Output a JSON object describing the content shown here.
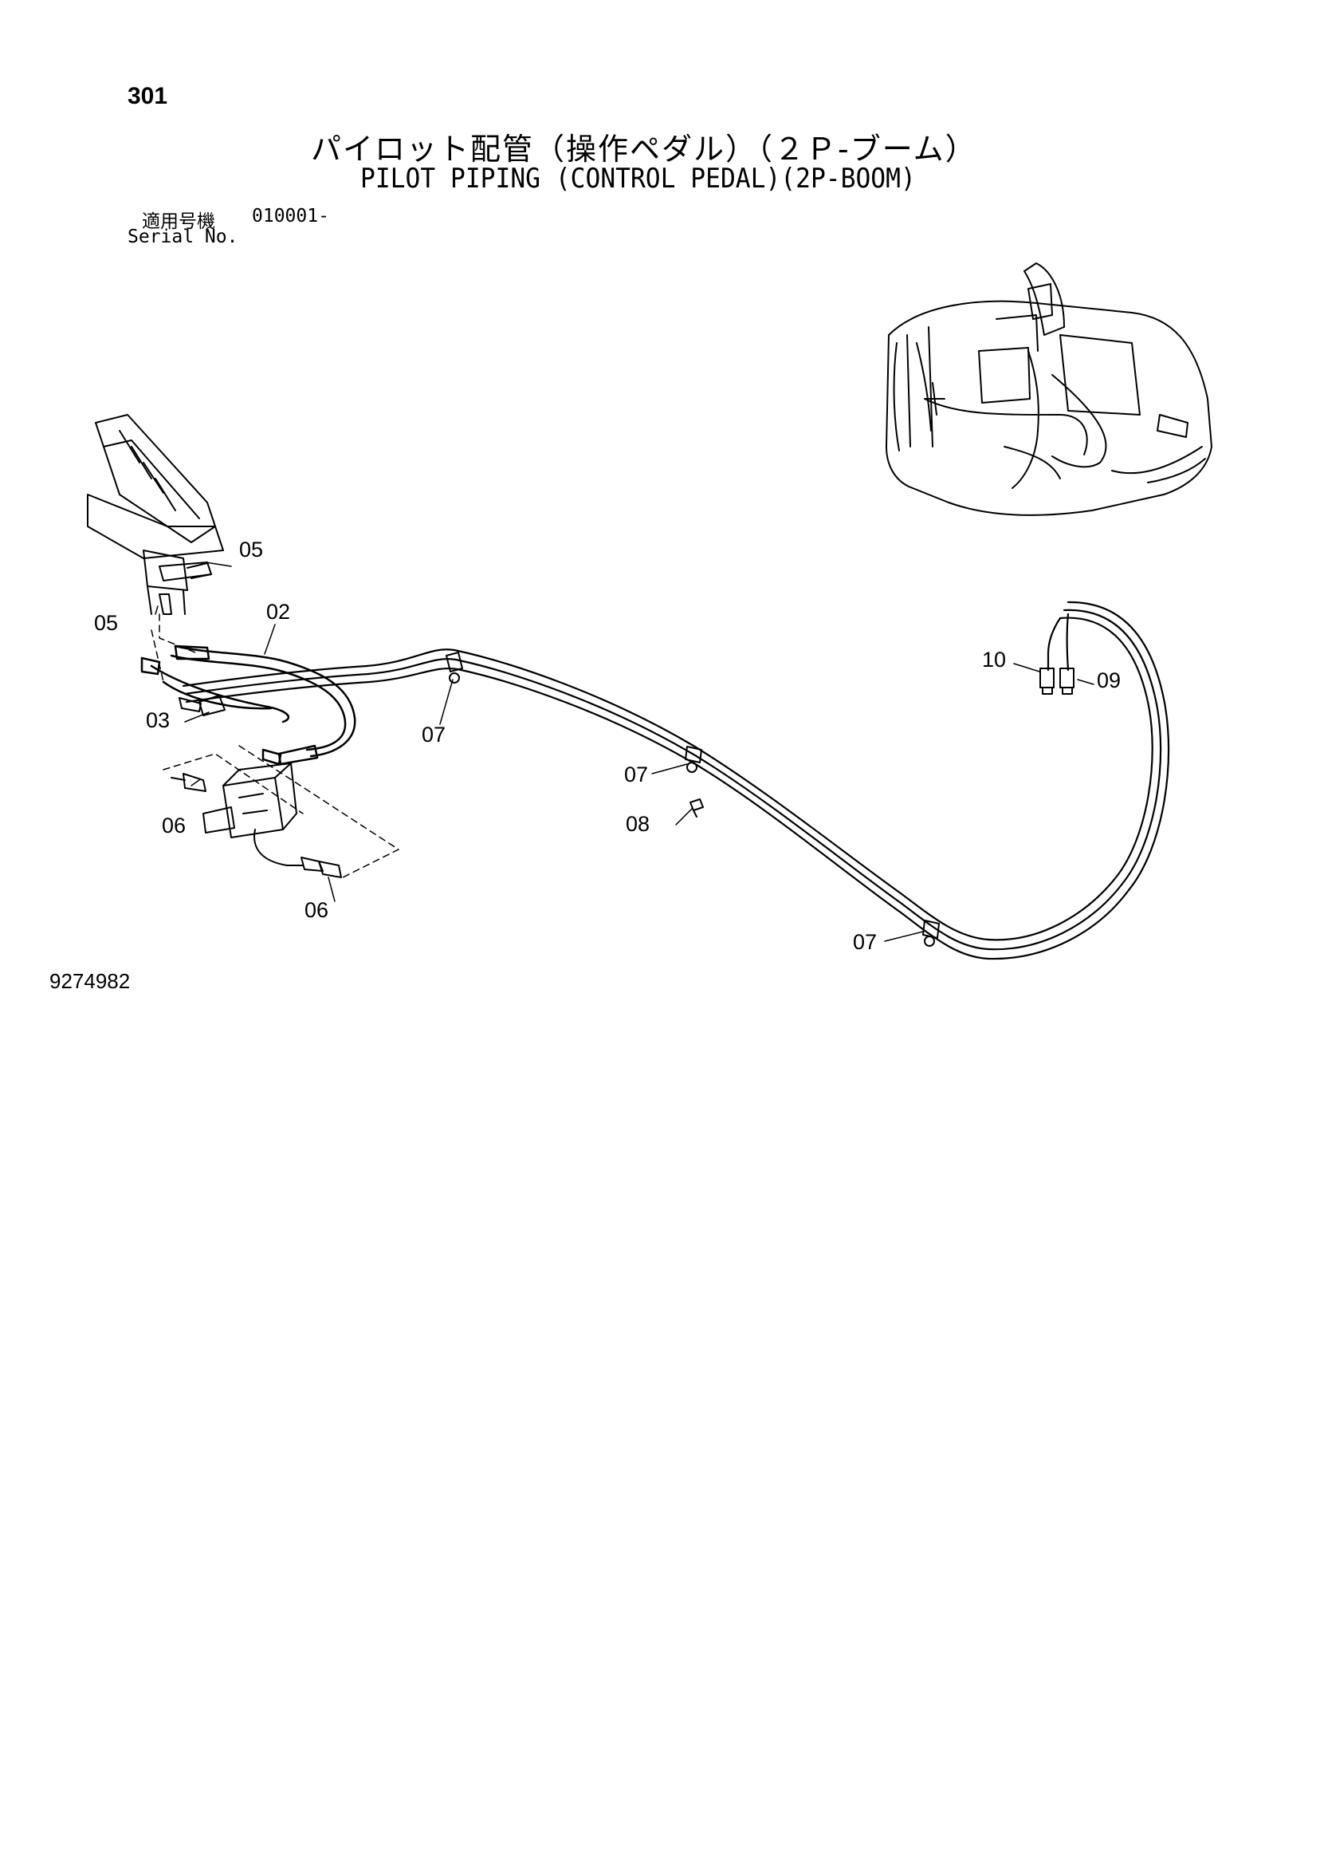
{
  "page": {
    "number": "301",
    "title_jp": "パイロット配管（操作ペダル）（２Ｐ-ブーム）",
    "title_en": "PILOT PIPING (CONTROL PEDAL)(2P-BOOM)",
    "serial_label_jp": "適用号機",
    "serial_code": "010001-",
    "serial_label_en": "Serial No.",
    "doc_number": "9274982"
  },
  "callouts": {
    "c02": "02",
    "c03": "03",
    "c05a": "05",
    "c05b": "05",
    "c06a": "06",
    "c06b": "06",
    "c07a": "07",
    "c07b": "07",
    "c07c": "07",
    "c08": "08",
    "c09": "09",
    "c10": "10"
  },
  "colors": {
    "line": "#000000",
    "background": "#ffffff"
  }
}
